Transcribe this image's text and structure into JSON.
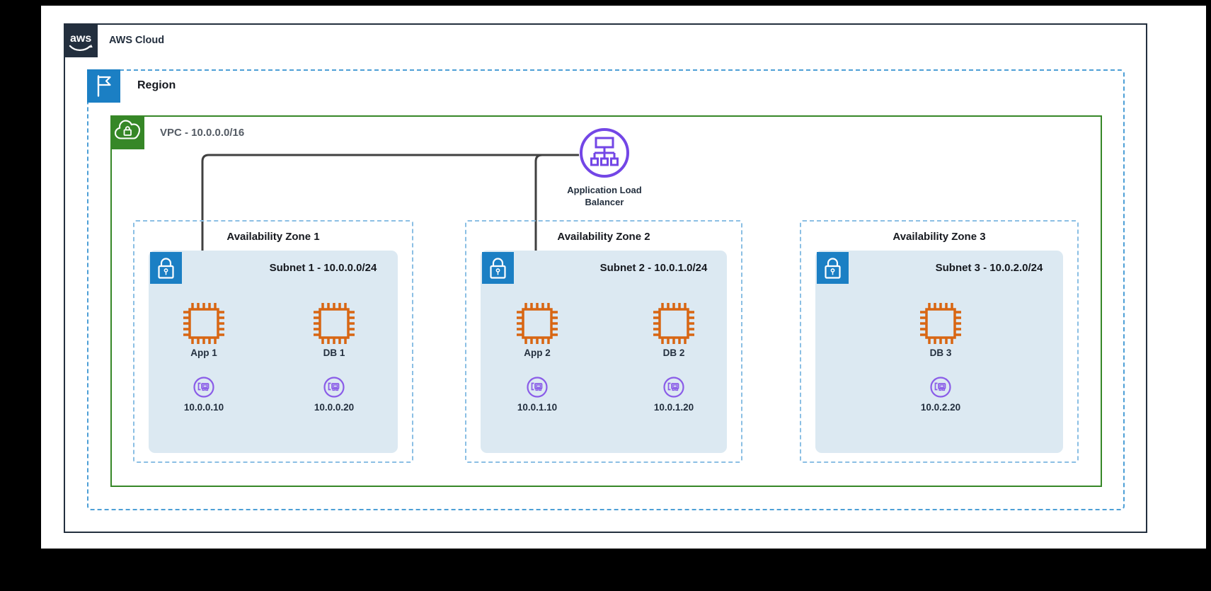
{
  "diagram": {
    "aws_cloud": {
      "label": "AWS Cloud",
      "logo_text": "aws"
    },
    "region": {
      "label": "Region"
    },
    "vpc": {
      "label": "VPC - 10.0.0.0/16"
    },
    "load_balancer": {
      "label": "Application Load Balancer"
    },
    "availability_zones": [
      {
        "title": "Availability Zone 1",
        "subnet": {
          "title": "Subnet 1 - 10.0.0.0/24",
          "nodes": [
            {
              "name": "App 1",
              "ip": "10.0.0.10"
            },
            {
              "name": "DB 1",
              "ip": "10.0.0.20"
            }
          ]
        }
      },
      {
        "title": "Availability Zone 2",
        "subnet": {
          "title": "Subnet 2 - 10.0.1.0/24",
          "nodes": [
            {
              "name": "App 2",
              "ip": "10.0.1.10"
            },
            {
              "name": "DB 2",
              "ip": "10.0.1.20"
            }
          ]
        }
      },
      {
        "title": "Availability Zone 3",
        "subnet": {
          "title": "Subnet 3 - 10.0.2.0/24",
          "nodes": [
            {
              "name": "DB 3",
              "ip": "10.0.2.20"
            }
          ]
        }
      }
    ],
    "colors": {
      "aws_navy": "#232F3E",
      "region_blue": "#1B7FC4",
      "region_dash": "#4D9FD6",
      "vpc_green": "#368727",
      "az_dash": "#8BBFE4",
      "subnet_fill": "#DCE9F2",
      "compute_orange": "#D86613",
      "alb_purple": "#7346E6",
      "eni_purple": "#8A5CE8",
      "connector": "#404040"
    }
  }
}
